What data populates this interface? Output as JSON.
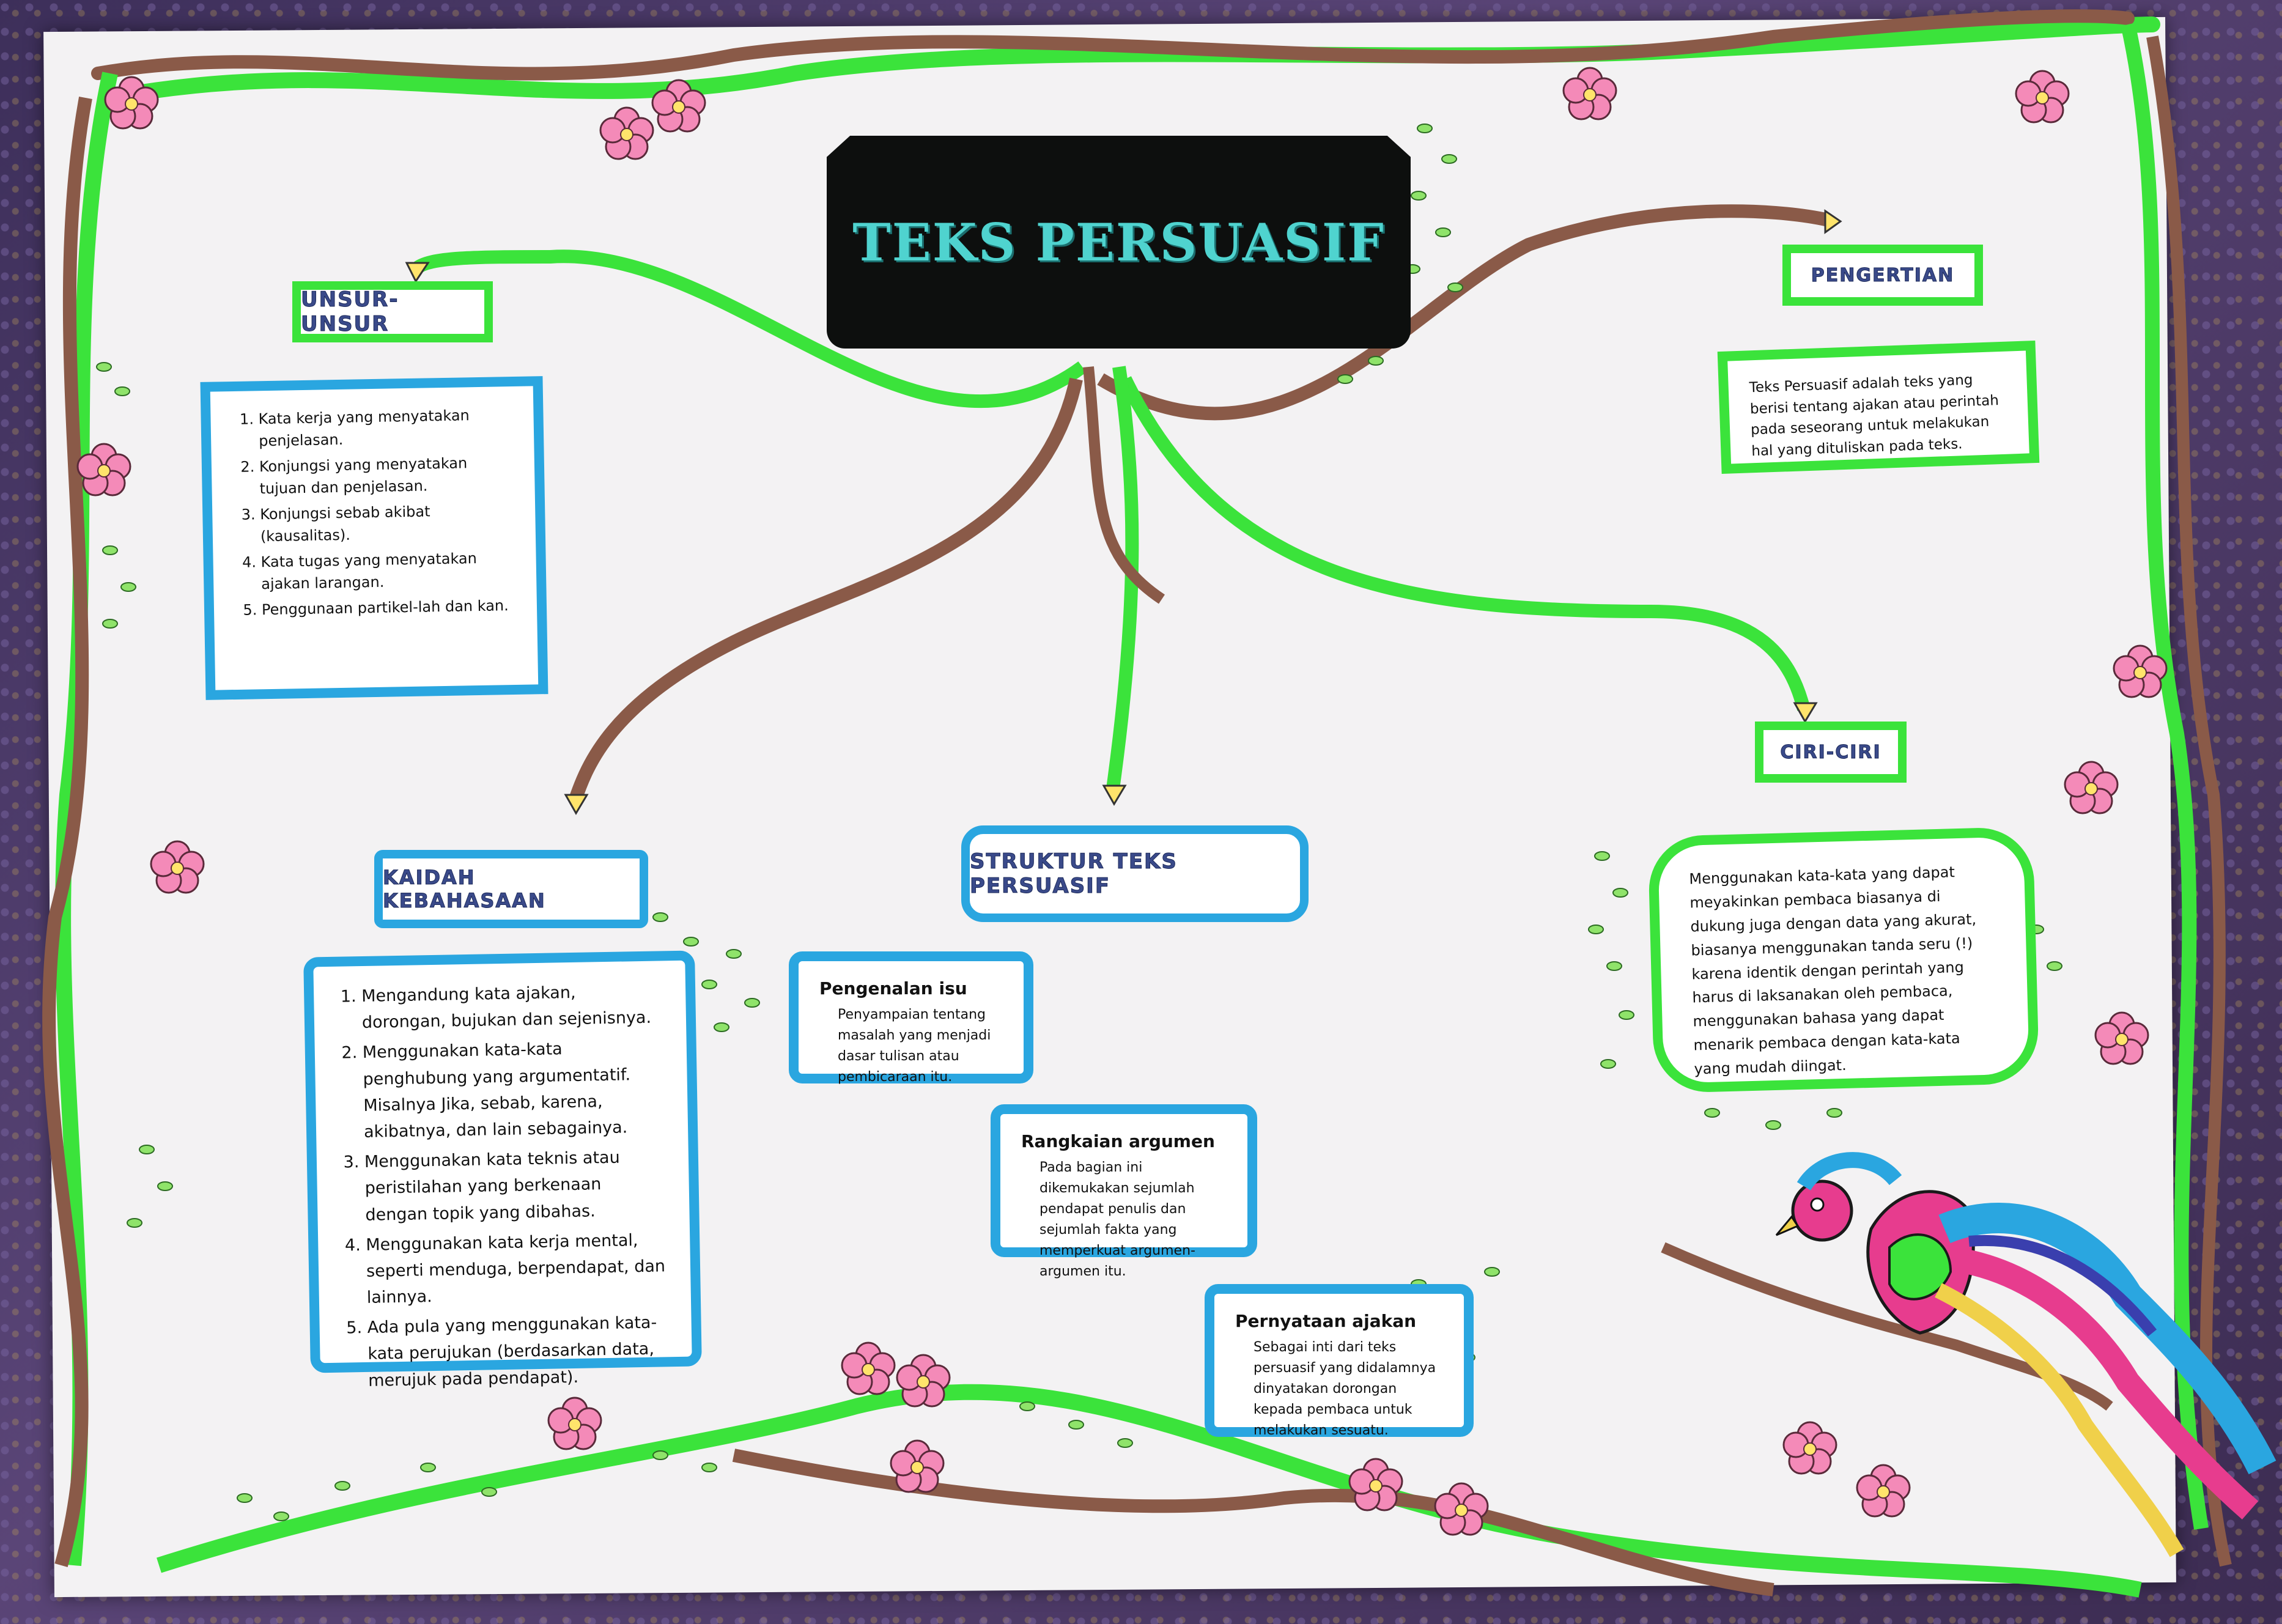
{
  "colors": {
    "vine_green": "#3be33b",
    "vine_brown": "#8a5a48",
    "box_blue": "#2aa6e0",
    "title_bg": "#0d0f0e",
    "title_text": "#4fd3cf",
    "flower_pink": "#f48ab8"
  },
  "title": "TEKS PERSUASIF",
  "labels": {
    "unsur": "UNSUR-UNSUR",
    "pengertian": "PENGERTIAN",
    "ciri": "CIRI-CIRI",
    "kaidah": "KAIDAH KEBAHASAAN",
    "struktur": "STRUKTUR TEKS PERSUASIF"
  },
  "unsur_items": [
    "Kata kerja yang menyatakan penjelasan.",
    "Konjungsi yang menyatakan tujuan dan penjelasan.",
    "Konjungsi sebab akibat (kausalitas).",
    "Kata tugas yang menyatakan ajakan larangan.",
    "Penggunaan partikel-lah dan kan."
  ],
  "pengertian_text": "Teks Persuasif adalah teks yang berisi tentang ajakan atau perintah pada seseorang untuk melakukan hal yang dituliskan pada teks.",
  "ciri_text": "Menggunakan kata-kata yang dapat meyakinkan pembaca biasanya di dukung juga dengan data yang akurat, biasanya menggunakan tanda seru (!) karena identik dengan perintah yang harus di laksanakan oleh pembaca, menggunakan bahasa yang dapat menarik pembaca dengan kata-kata yang mudah diingat.",
  "kaidah_items": [
    "Mengandung kata ajakan, dorongan, bujukan dan sejenisnya.",
    "Menggunakan kata-kata penghubung yang argumentatif. Misalnya Jika, sebab, karena, akibatnya, dan lain sebagainya.",
    "Menggunakan kata teknis atau peristilahan yang berkenaan dengan topik yang dibahas.",
    "Menggunakan kata kerja mental, seperti menduga, berpendapat, dan lainnya.",
    "Ada pula yang menggunakan kata-kata perujukan (berdasarkan data, merujuk pada pendapat)."
  ],
  "struktur": {
    "pengenalan": {
      "title": "Pengenalan isu",
      "body": "Penyampaian tentang masalah yang menjadi dasar tulisan atau pembicaraan itu."
    },
    "rangkaian": {
      "title": "Rangkaian argumen",
      "body": "Pada bagian ini dikemukakan sejumlah pendapat penulis dan sejumlah fakta yang memperkuat argumen-argumen itu."
    },
    "pernyataan": {
      "title": "Pernyataan ajakan",
      "body": "Sebagai inti dari teks persuasif yang didalamnya dinyatakan dorongan kepada pembaca untuk melakukan sesuatu."
    }
  }
}
